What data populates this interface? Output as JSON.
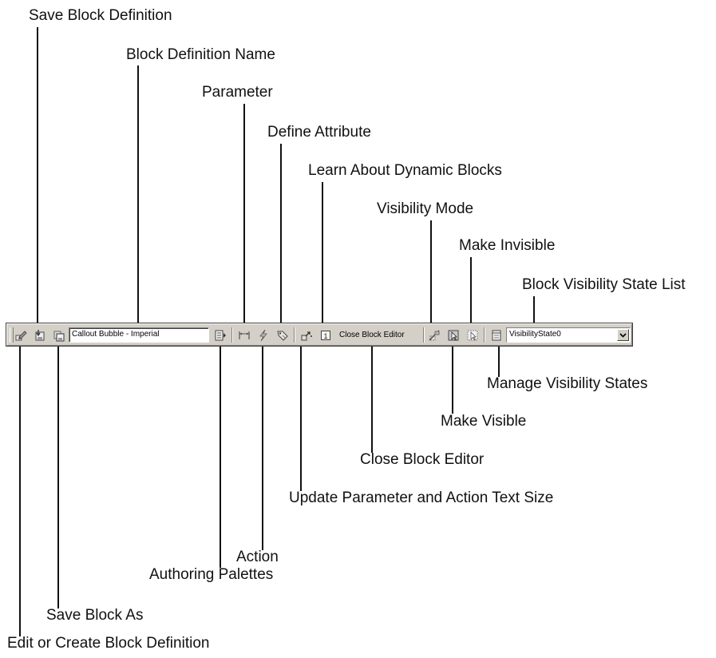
{
  "callouts": {
    "save_block_definition": "Save Block Definition",
    "block_definition_name": "Block Definition Name",
    "parameter": "Parameter",
    "define_attribute": "Define Attribute",
    "learn_about_dynamic_blocks": "Learn About Dynamic Blocks",
    "visibility_mode": "Visibility Mode",
    "make_invisible": "Make Invisible",
    "block_visibility_state_list": "Block Visibility State List",
    "manage_visibility_states": "Manage Visibility States",
    "make_visible": "Make Visible",
    "close_block_editor": "Close Block Editor",
    "update_parameter_text_size": "Update Parameter and Action Text Size",
    "action": "Action",
    "authoring_palettes": "Authoring Palettes",
    "save_block_as": "Save Block As",
    "edit_or_create_block_definition": "Edit or Create Block Definition"
  },
  "toolbar": {
    "block_name_value": "Callout Bubble - Imperial",
    "close_button_label": "Close Block Editor",
    "visibility_state_value": "VisibilityState0",
    "icons": [
      "edit-block-icon",
      "save-block-icon",
      "save-block-as-icon",
      "authoring-palettes-icon",
      "parameter-icon",
      "action-icon",
      "define-attribute-icon",
      "update-text-size-icon",
      "learn-dynamic-blocks-icon",
      "visibility-mode-icon",
      "make-visible-icon",
      "make-invisible-icon",
      "manage-visibility-states-icon",
      "chevron-down-icon"
    ]
  }
}
